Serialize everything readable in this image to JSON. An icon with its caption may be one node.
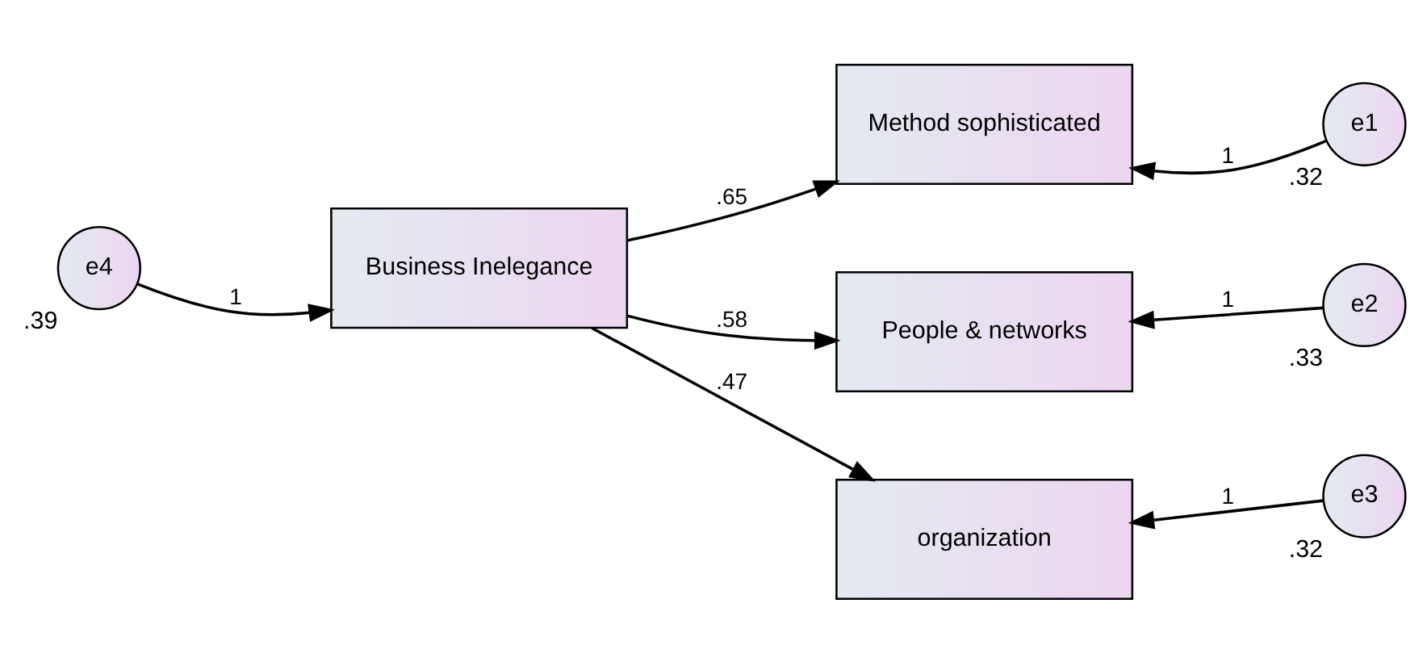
{
  "diagram": {
    "nodes": [
      {
        "text": [
          "e4"
        ],
        "beside": [
          ".39"
        ]
      },
      {
        "text": [
          "Business Inelegance"
        ]
      },
      {
        "text": [
          "Method sophisticated"
        ]
      },
      {
        "text": [
          "People & networks"
        ]
      },
      {
        "text": [
          "organization"
        ]
      },
      {
        "text": [
          "e1"
        ],
        "beside": [
          ".32"
        ]
      },
      {
        "text": [
          "e2"
        ],
        "beside": [
          ".33"
        ]
      },
      {
        "text": [
          "e3"
        ],
        "beside": [
          ".32"
        ]
      }
    ],
    "edges": [
      {
        "from": 0,
        "to": 1,
        "arrow": "to",
        "label": "1"
      },
      {
        "from": 1,
        "to": 2,
        "arrow": "to",
        "label": ".65"
      },
      {
        "from": 1,
        "to": 3,
        "arrow": "to",
        "label": ".58"
      },
      {
        "from": 1,
        "to": 4,
        "arrow": "to",
        "label": ".47"
      },
      {
        "from": 5,
        "to": 2,
        "arrow": "to",
        "label": "1"
      },
      {
        "from": 6,
        "to": 3,
        "arrow": "to",
        "label": "1"
      },
      {
        "from": 7,
        "to": 4,
        "arrow": "to",
        "label": "1"
      }
    ]
  }
}
